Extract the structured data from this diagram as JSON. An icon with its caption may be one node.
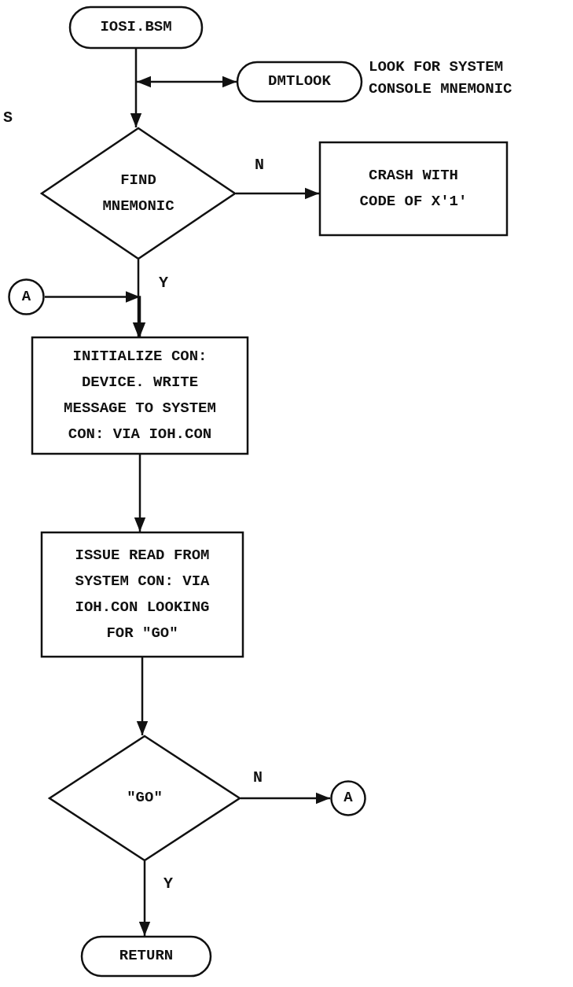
{
  "diagram": {
    "nodes": [
      {
        "text": [
          "IOSI.BSM"
        ]
      },
      {
        "text": [
          "DMTLOOK"
        ],
        "beside": [
          "LOOK FOR SYSTEM CONSOLE MNEMONIC"
        ]
      },
      {
        "text": [
          "FIND MNEMONIC"
        ]
      },
      {
        "text": [
          "CRASH WITH CODE OF X'1'"
        ]
      },
      {
        "text": [
          "A"
        ]
      },
      {
        "text": [
          "INITIALIZE CON: DEVICE. WRITE MESSAGE TO SYSTEM CON: VIA IOH.CON"
        ]
      },
      {
        "text": [
          "ISSUE READ FROM SYSTEM CON: VIA IOH.CON LOOKING FOR \"GO\""
        ]
      },
      {
        "text": [
          "\"GO\""
        ]
      },
      {
        "text": [
          "A"
        ]
      },
      {
        "text": [
          "RETURN"
        ]
      }
    ],
    "edges": [
      {
        "from": 0,
        "to": 2,
        "arrow": "to"
      },
      {
        "from": null,
        "to": 1,
        "arrow": "both"
      },
      {
        "from": 2,
        "to": 3,
        "arrow": "to",
        "label": "N"
      },
      {
        "from": 2,
        "to": 5,
        "arrow": "to",
        "label": "Y"
      },
      {
        "from": 4,
        "to": 5,
        "arrow": "to"
      },
      {
        "from": 5,
        "to": 6,
        "arrow": "to"
      },
      {
        "from": 6,
        "to": 7,
        "arrow": "to"
      },
      {
        "from": 7,
        "to": 8,
        "arrow": "to",
        "label": "N"
      },
      {
        "from": 7,
        "to": 9,
        "arrow": "to",
        "label": "Y"
      }
    ],
    "labels": [
      "S"
    ]
  }
}
